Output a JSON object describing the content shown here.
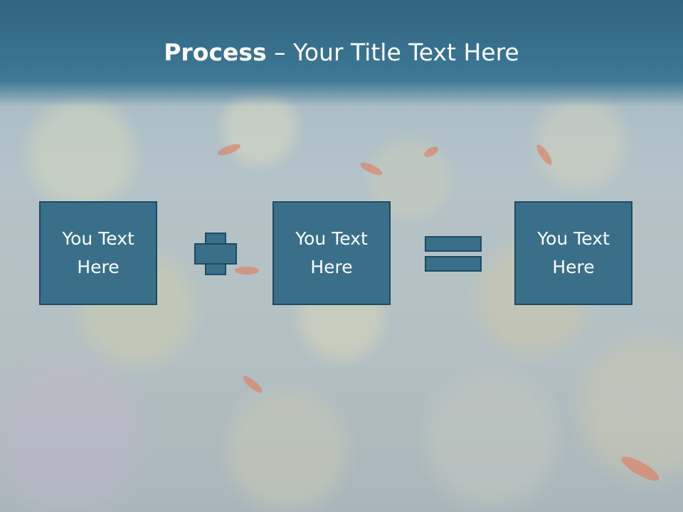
{
  "slide": {
    "title_bold": "Process",
    "title_rest": " – Your Title Text Here"
  },
  "boxes": [
    {
      "line1": "You Text",
      "line2": "Here"
    },
    {
      "line1": "You Text",
      "line2": "Here"
    },
    {
      "line1": "You Text",
      "line2": "Here"
    }
  ],
  "colors": {
    "header": "#3d7896",
    "box_fill": "#3a6f8a",
    "box_border": "#1e4a61"
  },
  "icons": {
    "operator_1": "plus-icon",
    "operator_2": "equals-icon"
  }
}
